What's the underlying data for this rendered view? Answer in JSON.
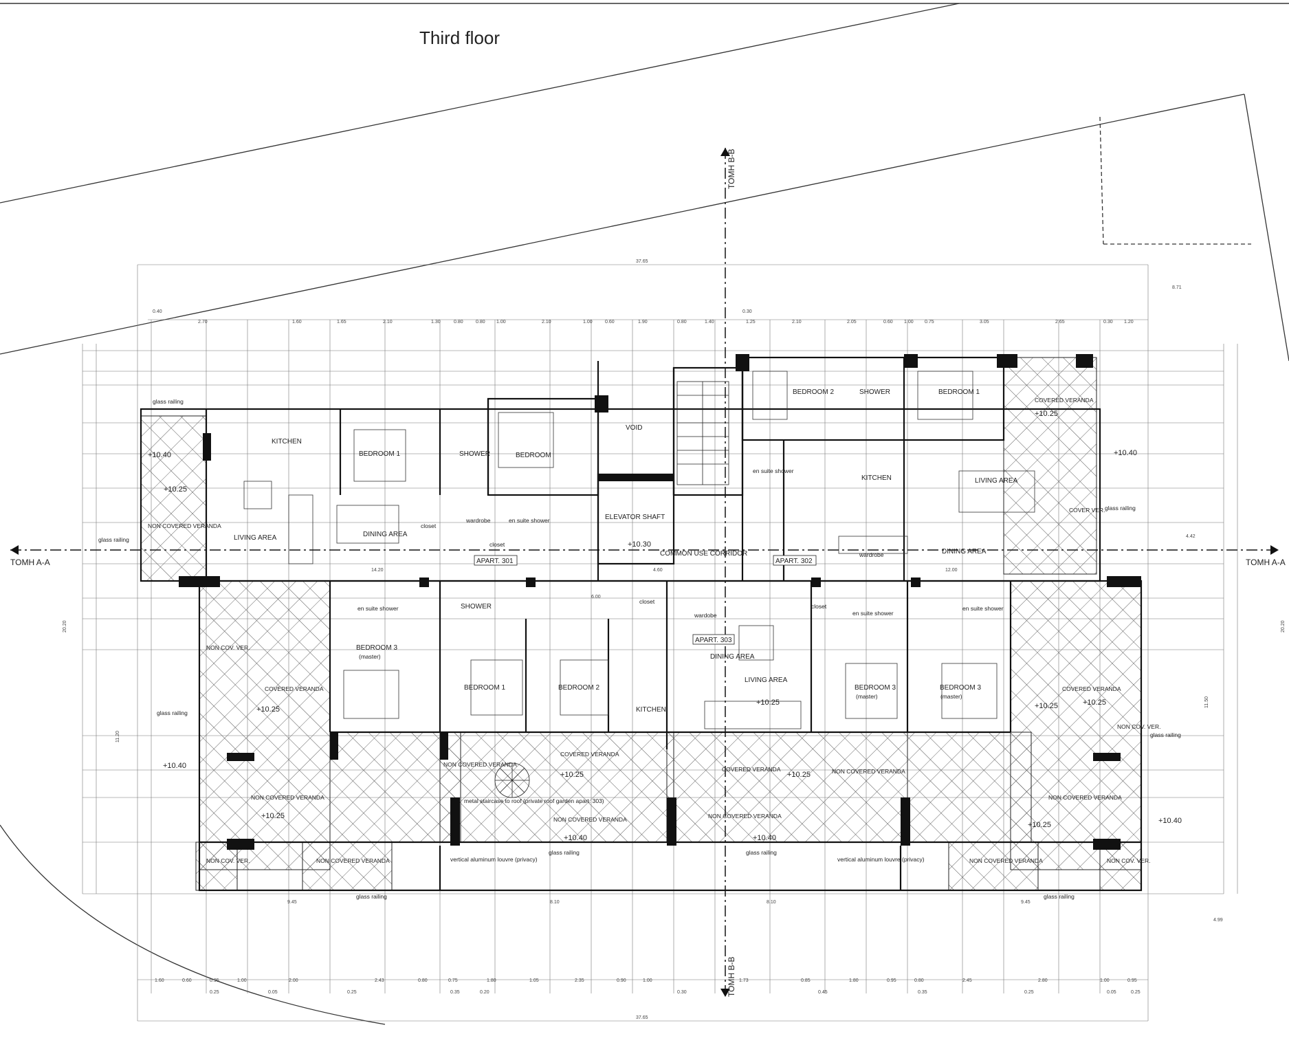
{
  "header": {
    "title": "Third floor"
  },
  "sections": {
    "aa_left": "TOMH A-A",
    "aa_right": "TOMH A-A",
    "bb_top": "TOMH B-B",
    "bb_bottom": "TOMH B-B"
  },
  "apartments": {
    "a301": "APART. 301",
    "a302": "APART. 302",
    "a303": "APART. 303"
  },
  "rooms": {
    "kitchen_301": "KITCHEN",
    "bedroom1_301": "BEDROOM 1",
    "shower_301": "SHOWER",
    "bedroom_301": "BEDROOM",
    "void": "VOID",
    "elevator": "ELEVATOR SHAFT",
    "bedroom2_302": "BEDROOM 2",
    "shower_302": "SHOWER",
    "bedroom1_302": "BEDROOM 1",
    "covered_ver_tr": "COVERED VERANDA",
    "kitchen_302": "KITCHEN",
    "living_302": "LIVING AREA",
    "dining_302": "DINING AREA",
    "living_301": "LIVING AREA",
    "dining_301": "DINING AREA",
    "noncov_301": "NON COVERED VERANDA",
    "corridor": "COMMON USE CORRIDOR",
    "en_suite_shower_302": "en suite shower",
    "wardrobe_302": "wardrobe",
    "closet_301": "closet",
    "wardrobe_301": "wardrobe",
    "closet_301b": "closet",
    "en_suite_301": "en suite shower",
    "bed3_master_l": "BEDROOM 3",
    "master_l": "(master)",
    "shower_303": "SHOWER",
    "bed1_303": "BEDROOM 1",
    "bed2_303": "BEDROOM 2",
    "kitchen_303": "KITCHEN",
    "dining_303": "DINING AREA",
    "living_303": "LIVING AREA",
    "bed3_master_m": "BEDROOM 3",
    "master_m": "(master)",
    "bed3_master_r": "BEDROOM 3",
    "master_r": "(master)",
    "covered_ver_l": "COVERED VERANDA",
    "covered_ver_r": "COVERED VERANDA",
    "covered_ver_mid": "COVERED VERANDA",
    "covered_ver_c": "COVERED VERANDA",
    "noncov_l": "NON COVERED VERANDA",
    "noncov_r": "NON COVERED VERANDA",
    "noncov_mid": "NON COVERED VERANDA",
    "noncov_c": "NON COVERED VERANDA",
    "noncov_bl": "NON COVERED VERANDA",
    "noncov_br": "NON COVERED VERANDA",
    "noncov_ml": "NON COVERED VERANDA",
    "noncov_mr": "NON COVERED VERANDA",
    "noncov_small_l": "NON COV. VER.",
    "noncov_small_r": "NON COV. VER.",
    "noncov_small_bl": "NON COV. VER.",
    "noncov_small_br": "NON COV. VER.",
    "cover_ver_r": "COVER VER.",
    "closet_mid": "closet",
    "wardobe_mid": "wardobe",
    "closet_r": "closet",
    "en_suite_r1": "en suite shower",
    "en_suite_r2": "en suite shower",
    "en_suite_l": "en suite shower",
    "vertical_l": "vertical aluminum louvre (privacy)",
    "vertical_r": "vertical aluminum louvre (privacy)",
    "stair_note": "metal staircase to roof (private roof garden apart. 303)"
  },
  "railings": {
    "top_l": "glass railing",
    "left": "glass railing",
    "left2": "glass railing",
    "right": "glass railing",
    "right2": "glass railing",
    "bottom_l": "glass railing",
    "bottom_m1": "glass railing",
    "bottom_m2": "glass railing",
    "bottom_r": "glass railing"
  },
  "levels": {
    "l1": "+10.40",
    "l2": "+10.25",
    "l3": "+10.30",
    "l4": "+10.40",
    "l5": "+10.25",
    "l6": "+10.25",
    "l7": "+10.40",
    "l8": "+10.25",
    "l9": "+10.25",
    "l10": "+10.25",
    "l11": "+10.40",
    "l12": "+10.40",
    "l13": "+10.25",
    "l14": "+10.25",
    "l15": "+10.40",
    "l16": "+10.25",
    "l17": "+10.25"
  },
  "dims": {
    "top_total": "37.65",
    "bottom_total": "37.65",
    "d1": "2.70",
    "d2": "1.60",
    "d3": "1.65",
    "d4": "2.10",
    "d5": "1.30",
    "d6": "0.80",
    "d7": "0.80",
    "d8": "1.00",
    "d9": "2.10",
    "d10": "1.00",
    "d11": "0.60",
    "d12": "1.90",
    "d13": "0.80",
    "d14": "1.40",
    "d15": "1.25",
    "d16": "2.10",
    "d17": "2.05",
    "d18": "0.60",
    "d19": "1.00",
    "d20": "0.75",
    "d21": "3.05",
    "d22": "2.65",
    "d23": "0.30",
    "d24": "1.20",
    "b1": "1.60",
    "b2": "0.60",
    "b3": "0.95",
    "b4": "1.00",
    "b5": "2.00",
    "b6": "2.43",
    "b7": "0.80",
    "b8": "0.75",
    "b9": "1.80",
    "b10": "1.05",
    "b11": "2.35",
    "b12": "0.90",
    "b13": "1.00",
    "b14": "1.73",
    "b15": "0.85",
    "b16": "1.80",
    "b17": "0.95",
    "b18": "0.80",
    "b19": "2.45",
    "b20": "2.80",
    "b21": "1.00",
    "b22": "0.95",
    "bb1": "9.45",
    "bb2": "8.10",
    "bb3": "8.10",
    "bb4": "9.45",
    "d_14_20": "14.20",
    "d_12": "12.00",
    "d_4_60": "4.60",
    "d_6_00": "6.00",
    "left_tot": "20.20",
    "right_tot": "20.20",
    "r_11_50": "11.50",
    "l_11_20": "11.20",
    "r_4_42": "4.42",
    "r_8_71": "8.71",
    "r_4_99": "4.99",
    "d_0_40": "0.40",
    "d_0_30": "0.30",
    "b_0_25a": "0.25",
    "b_0_05": "0.05",
    "b_0_25b": "0.25",
    "b_0_35": "0.35",
    "b_0_20": "0.20",
    "b_0_30": "0.30",
    "b_0_45": "0.45",
    "b_0_35b": "0.35",
    "b_0_25c": "0.25",
    "b_0_05b": "0.05",
    "b_0_25d": "0.25"
  }
}
